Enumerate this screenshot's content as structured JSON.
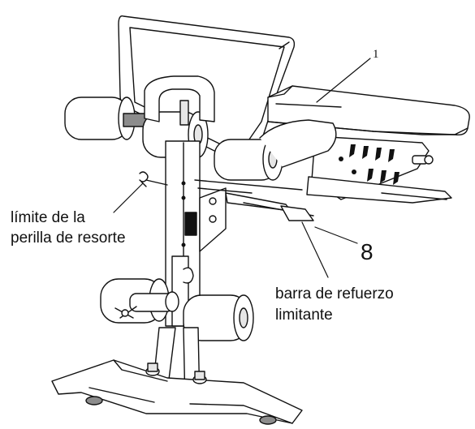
{
  "diagram": {
    "callouts": {
      "part_1": "1",
      "part_8": "8",
      "spring_knob_limit": [
        "límite de la",
        "perilla de resorte"
      ],
      "limiting_brace_bar": [
        "barra de refuerzo",
        "limitante"
      ]
    },
    "colors": {
      "ink": "#111111",
      "fill_light": "#ffffff",
      "fill_mid": "#e6e6e6",
      "fill_dark": "#8c8c8c"
    }
  }
}
